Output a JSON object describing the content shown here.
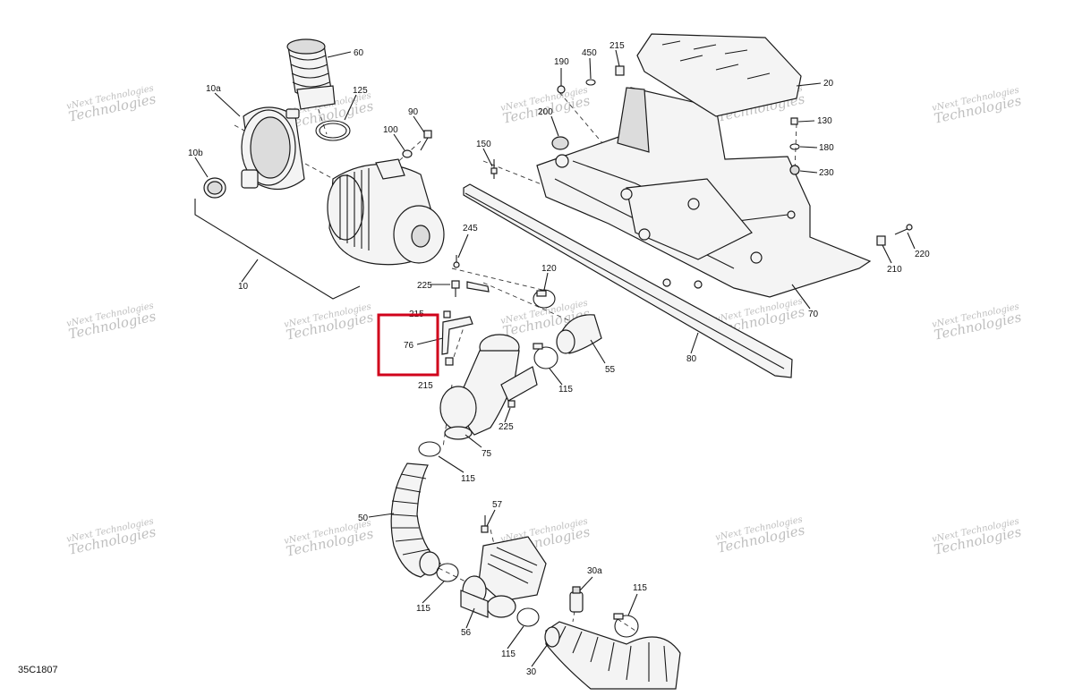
{
  "diagram_code": "35C1807",
  "watermark": {
    "line1": "vNext Technologies",
    "line2": "Technologies"
  },
  "highlight_color": "#d0021b",
  "callouts": [
    {
      "id": "c60",
      "text": "60"
    },
    {
      "id": "c10a",
      "text": "10a"
    },
    {
      "id": "c125",
      "text": "125"
    },
    {
      "id": "c90",
      "text": "90"
    },
    {
      "id": "c100",
      "text": "100"
    },
    {
      "id": "c10b",
      "text": "10b"
    },
    {
      "id": "c10",
      "text": "10"
    },
    {
      "id": "c150",
      "text": "150"
    },
    {
      "id": "c245",
      "text": "245"
    },
    {
      "id": "c225a",
      "text": "225"
    },
    {
      "id": "c215a",
      "text": "215"
    },
    {
      "id": "c76",
      "text": "76"
    },
    {
      "id": "c215b",
      "text": "215"
    },
    {
      "id": "c120",
      "text": "120"
    },
    {
      "id": "c55",
      "text": "55"
    },
    {
      "id": "c115a",
      "text": "115"
    },
    {
      "id": "c225b",
      "text": "225"
    },
    {
      "id": "c75",
      "text": "75"
    },
    {
      "id": "c115b",
      "text": "115"
    },
    {
      "id": "c50",
      "text": "50"
    },
    {
      "id": "c57",
      "text": "57"
    },
    {
      "id": "c115c",
      "text": "115"
    },
    {
      "id": "c56",
      "text": "56"
    },
    {
      "id": "c115d",
      "text": "115"
    },
    {
      "id": "c30a",
      "text": "30a"
    },
    {
      "id": "c115e",
      "text": "115"
    },
    {
      "id": "c30",
      "text": "30"
    },
    {
      "id": "c190",
      "text": "190"
    },
    {
      "id": "c450",
      "text": "450"
    },
    {
      "id": "c215c",
      "text": "215"
    },
    {
      "id": "c20",
      "text": "20"
    },
    {
      "id": "c200",
      "text": "200"
    },
    {
      "id": "c130",
      "text": "130"
    },
    {
      "id": "c180",
      "text": "180"
    },
    {
      "id": "c230",
      "text": "230"
    },
    {
      "id": "c220",
      "text": "220"
    },
    {
      "id": "c210",
      "text": "210"
    },
    {
      "id": "c70",
      "text": "70"
    },
    {
      "id": "c80",
      "text": "80"
    }
  ]
}
